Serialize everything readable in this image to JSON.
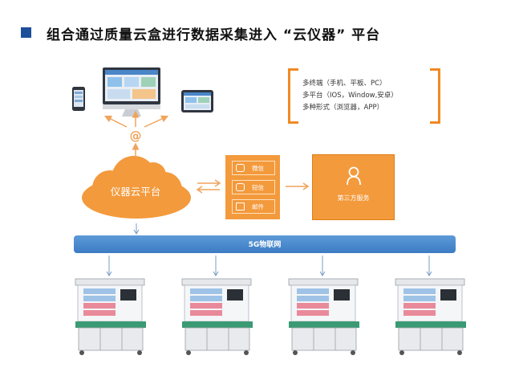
{
  "header": {
    "title": "组合通过质量云盒进行数据采集进入 “云仪器” 平台",
    "accent_color": "#1d4f9a"
  },
  "terminals": {
    "features": [
      "多终端（手机、平板、PC）",
      "多平台（IOS，Window,安卓）",
      "多种形式（浏览器，APP）"
    ],
    "bracket_color": "#f08a24"
  },
  "devices": {
    "at_symbol": "@"
  },
  "cloud": {
    "label": "仪器云平台",
    "color": "#f39a3c"
  },
  "notifications": [
    {
      "label": "微信",
      "icon": "wechat-icon"
    },
    {
      "label": "短信",
      "icon": "sms-icon"
    },
    {
      "label": "邮件",
      "icon": "mail-icon"
    }
  ],
  "third_party": {
    "label": "第三方服务",
    "icon": "user-icon"
  },
  "network": {
    "label": "5G物联网",
    "color": "#3d7cc3"
  },
  "instruments": {
    "count": 4
  }
}
